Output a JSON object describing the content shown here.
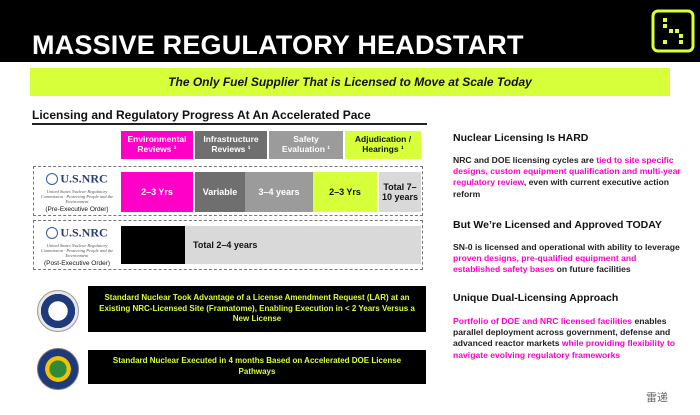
{
  "header": {
    "title": "MASSIVE REGULATORY HEADSTART",
    "background": "#000000",
    "logo_icon": "standard-nuclear-logo"
  },
  "banner": {
    "text": "The Only Fuel Supplier That is Licensed to Move at Scale Today",
    "color": "#d7ff3a"
  },
  "section_title": "Licensing and Regulatory Progress At An Accelerated Pace",
  "columns": [
    {
      "label": "Environmental Reviews ¹",
      "color": "#ff00c8"
    },
    {
      "label": "Infrastructure Reviews ¹",
      "color": "#6f6f6f"
    },
    {
      "label": "Safety Evaluation ¹",
      "color": "#9b9b9b"
    },
    {
      "label": "Adjudication / Hearings ¹",
      "color": "#d7ff3a"
    }
  ],
  "rows": [
    {
      "brand": "U.S.NRC",
      "tagline": "United States Nuclear Regulatory Commission · Protecting People and the Environment",
      "order": "(Pre-Executive Order)",
      "cells": {
        "environmental": "2–3 Yrs",
        "infrastructure": "Variable",
        "safety": "3–4 years",
        "adjudication": "2–3 Yrs",
        "total": "Total 7–10 years"
      }
    },
    {
      "brand": "U.S.NRC",
      "tagline": "United States Nuclear Regulatory Commission · Protecting People and the Environment",
      "order": "(Post-Executive Order)",
      "cells": {
        "total": "Total 2–4 years"
      }
    }
  ],
  "callouts": [
    {
      "emblem_icon": "nrc-seal-icon",
      "text": "Standard Nuclear Took Advantage of a License Amendment Request (LAR) at an Existing NRC-Licensed Site (Framatome), Enabling Execution in < 2 Years Versus a New License"
    },
    {
      "emblem_icon": "doe-seal-icon",
      "text": "Standard Nuclear Executed in 4 months Based on Accelerated DOE License Pathways"
    }
  ],
  "right_panel": {
    "h1": "Nuclear Licensing Is HARD",
    "p1_a": "NRC and DOE licensing cycles are ",
    "p1_hl": "tied to site specific designs, custom equipment qualification and multi-year regulatory review",
    "p1_b": ", even with current executive action reform",
    "h2": "But We’re Licensed and Approved TODAY",
    "p2_a": "SN-0 is licensed and operational with ability to leverage ",
    "p2_hl": "proven designs, pre-qualified equipment and established safety bases",
    "p2_b": " on future facilities",
    "h3": "Unique Dual-Licensing Approach",
    "p3_hl1": "Portfolio of DOE and NRC licensed facilities",
    "p3_a": " enables parallel deployment across government, defense and advanced reactor markets ",
    "p3_hl2": "while providing flexibility to navigate evolving regulatory frameworks",
    "highlight_color": "#ff00c8"
  },
  "watermark": "雷递"
}
